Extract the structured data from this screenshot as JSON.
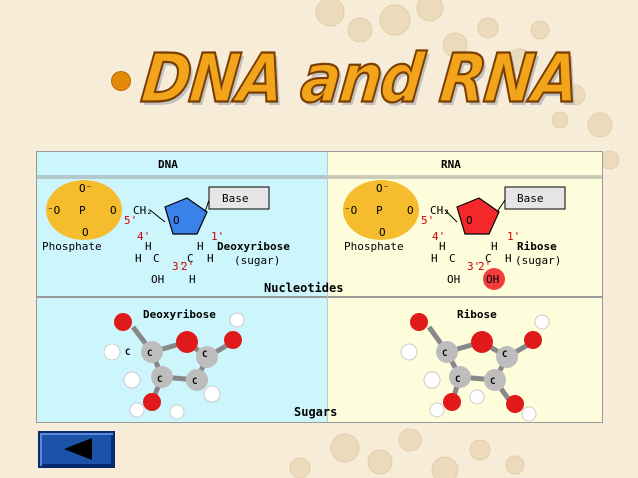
{
  "title": "DNA and RNA",
  "table": {
    "dna_header": "DNA",
    "rna_header": "RNA",
    "nucleotides_label": "Nucleotides",
    "sugars_label": "Sugars",
    "dna": {
      "base": "Base",
      "phosphate": "Phosphate",
      "sugar_name": "Deoxyribose",
      "sugar_word": "(sugar)",
      "sugar_model_label": "Deoxyribose",
      "o_minus_top": "O⁻",
      "o_minus_left": "⁻O",
      "p": "P",
      "o_mid": "O",
      "o_bottom": "O",
      "ch2": "CH₂",
      "ring_o": "O",
      "c5": "5'",
      "c4": "4'",
      "c3": "3'",
      "c2": "2'",
      "c1": "1'",
      "h_label": "H",
      "c_label": "C",
      "bottom_left": "OH",
      "bottom_right": "H"
    },
    "rna": {
      "base": "Base",
      "phosphate": "Phosphate",
      "sugar_name": "Ribose",
      "sugar_word": "(sugar)",
      "sugar_model_label": "Ribose",
      "bottom_left": "OH",
      "bottom_right": "OH"
    },
    "colors": {
      "dna_bg": "#ccf6fc",
      "rna_bg": "#fdfcdb",
      "phosphate": "#f5bd2e",
      "deoxyribose": "#3a82ea",
      "ribose": "#f4272a",
      "highlight": "#d10000",
      "numbers": "#d10000"
    }
  },
  "nav": {
    "back_icon": "left-triangle-icon"
  }
}
